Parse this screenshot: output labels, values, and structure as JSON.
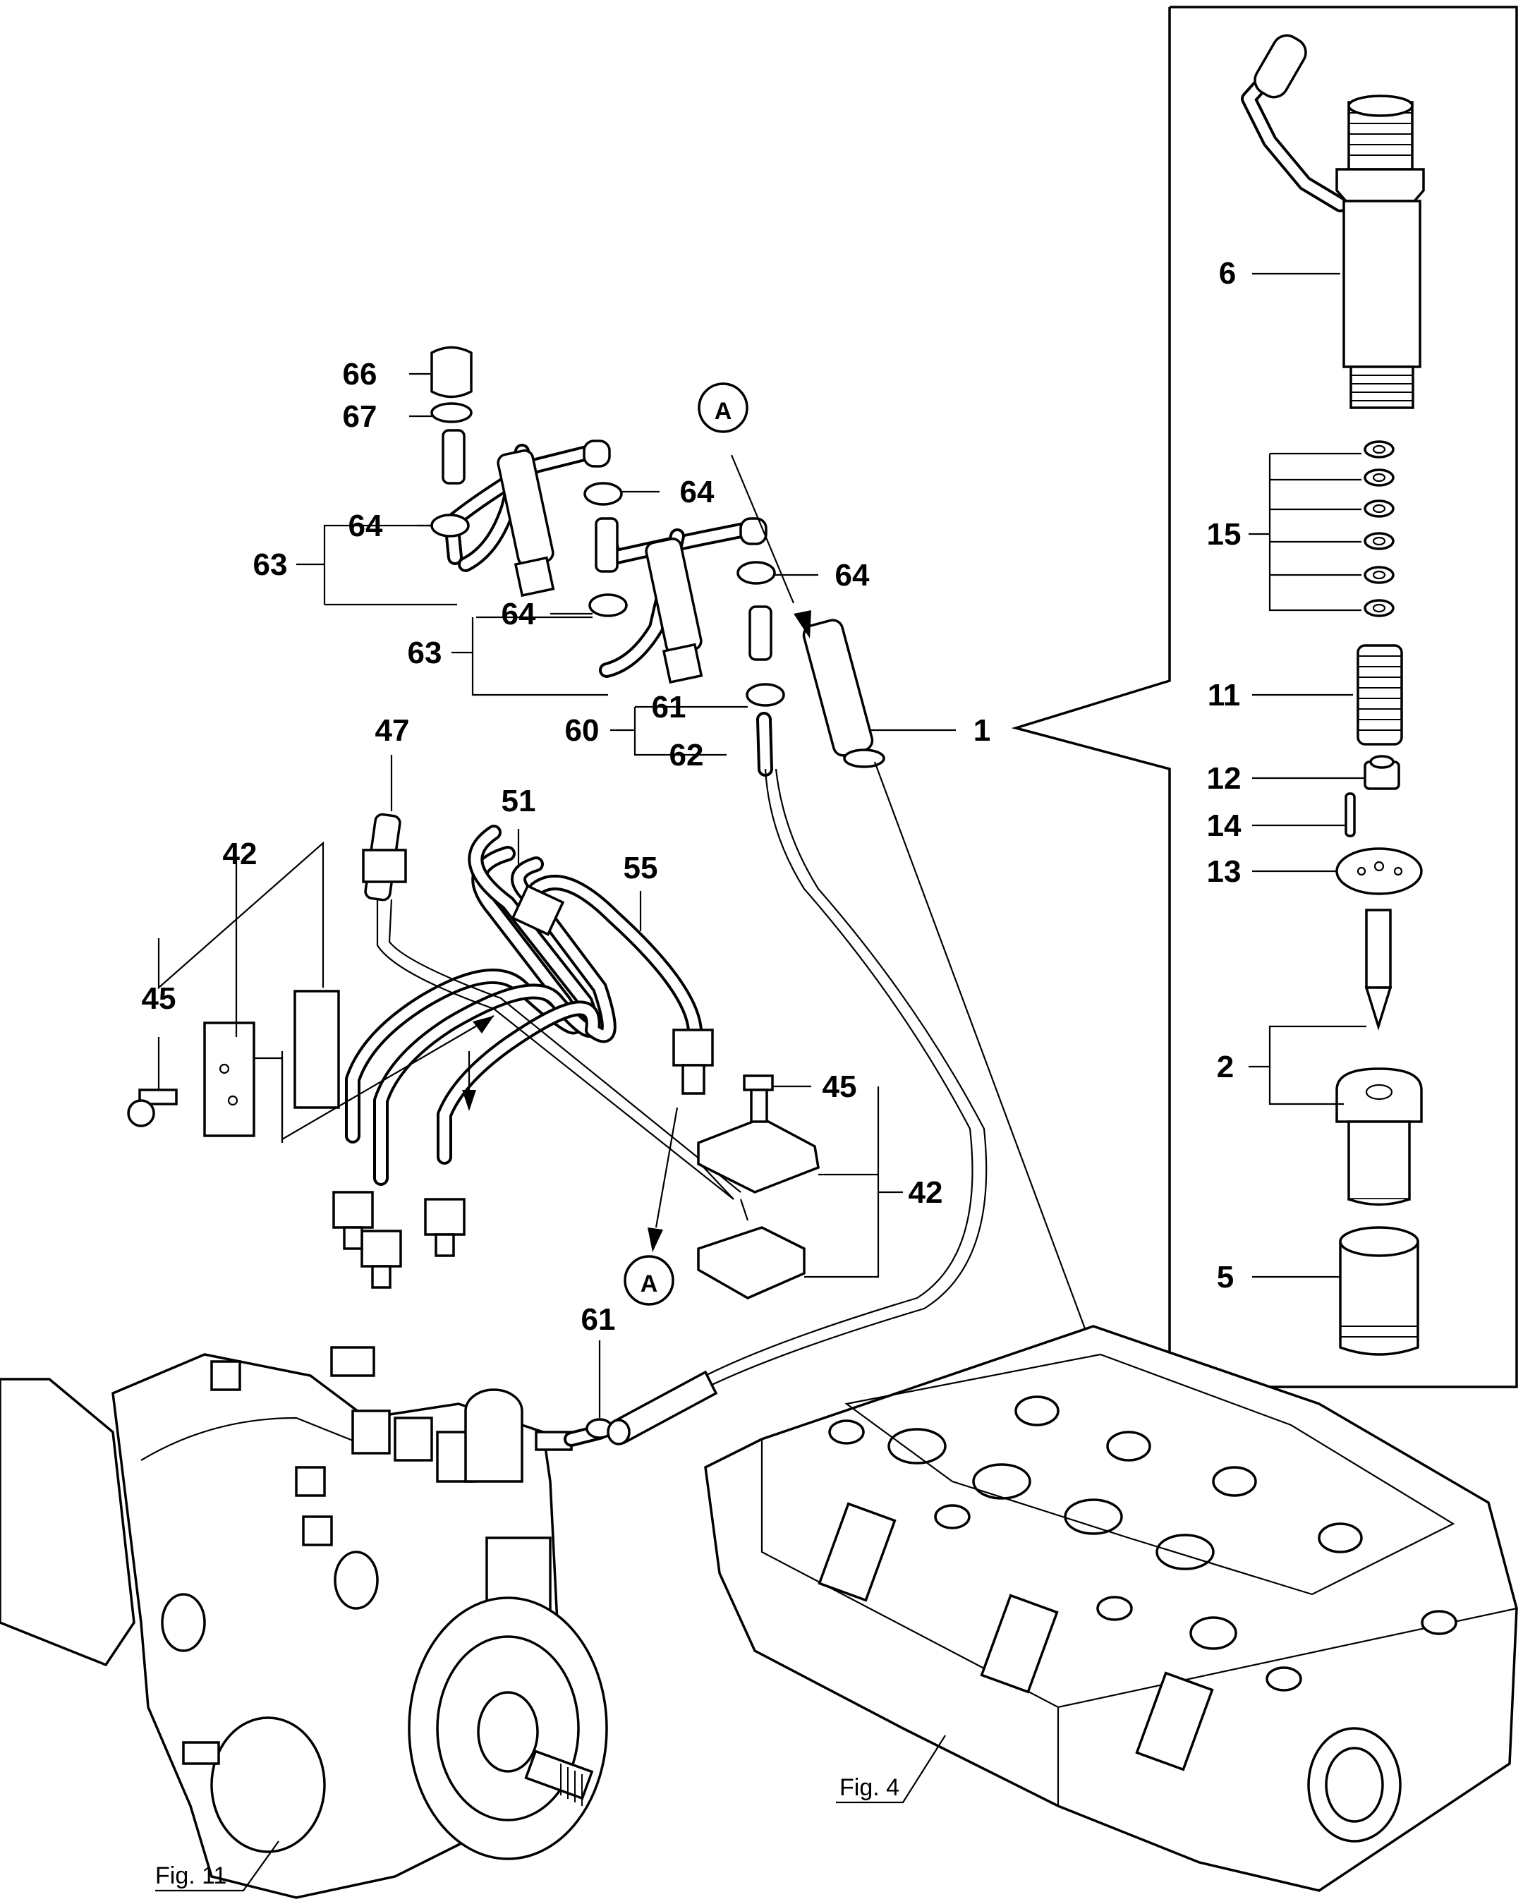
{
  "callouts": {
    "n1": "1",
    "n2": "2",
    "n5": "5",
    "n6": "6",
    "n11": "11",
    "n12": "12",
    "n13": "13",
    "n14": "14",
    "n15": "15",
    "n42a": "42",
    "n42b": "42",
    "n45a": "45",
    "n45b": "45",
    "n47": "47",
    "n51": "51",
    "n55": "55",
    "n60": "60",
    "n61a": "61",
    "n61b": "61",
    "n62": "62",
    "n63a": "63",
    "n63b": "63",
    "n64a": "64",
    "n64b": "64",
    "n64c": "64",
    "n64d": "64",
    "n66": "66",
    "n67": "67"
  },
  "markers": {
    "a_top": "A",
    "a_bottom": "A"
  },
  "figure_refs": {
    "pump": "Fig. 11",
    "head": "Fig. 4"
  }
}
